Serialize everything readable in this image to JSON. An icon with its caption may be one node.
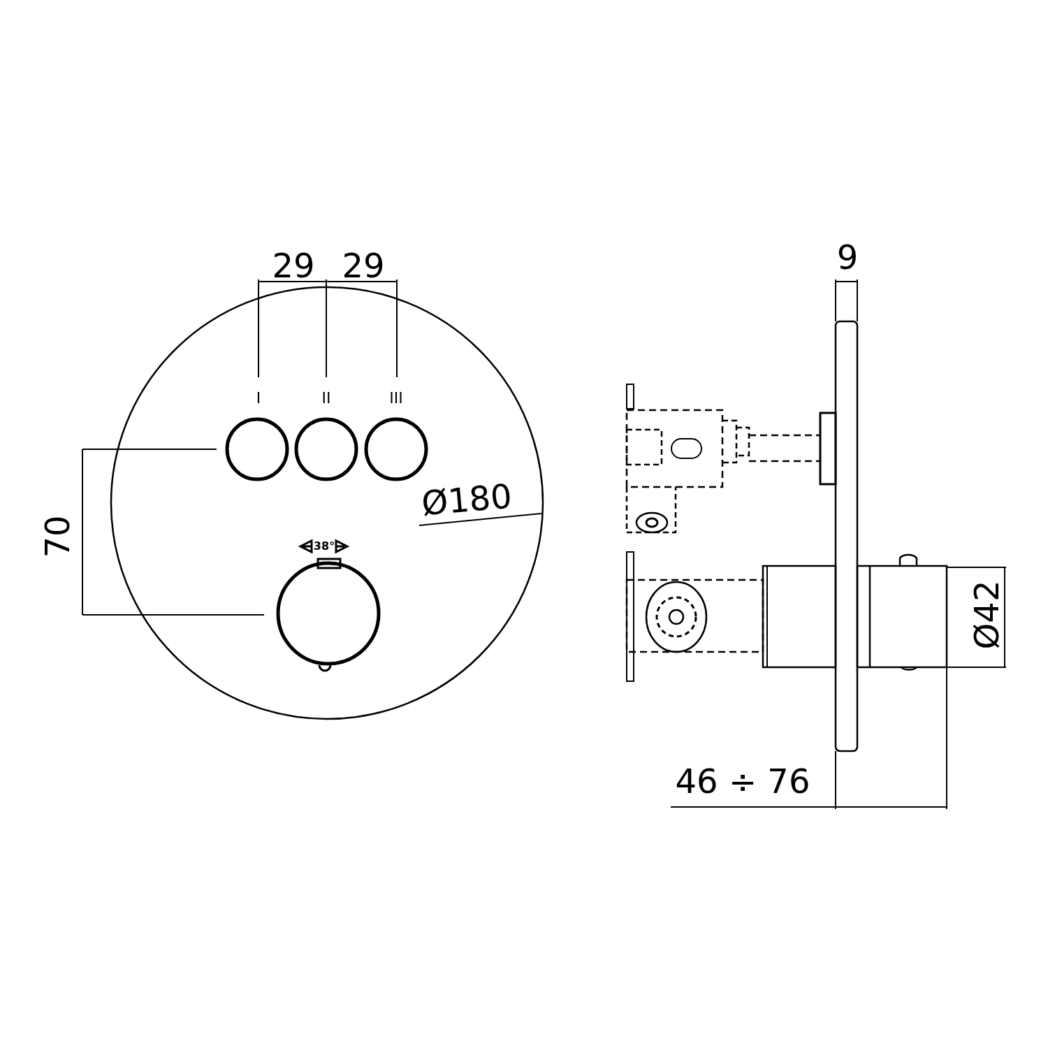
{
  "diagram": {
    "labels": [
      "29",
      "29",
      "9",
      "I",
      "II",
      "III",
      "Ø180",
      "70",
      "38°",
      "Ø42",
      "46 ÷ 76"
    ]
  }
}
